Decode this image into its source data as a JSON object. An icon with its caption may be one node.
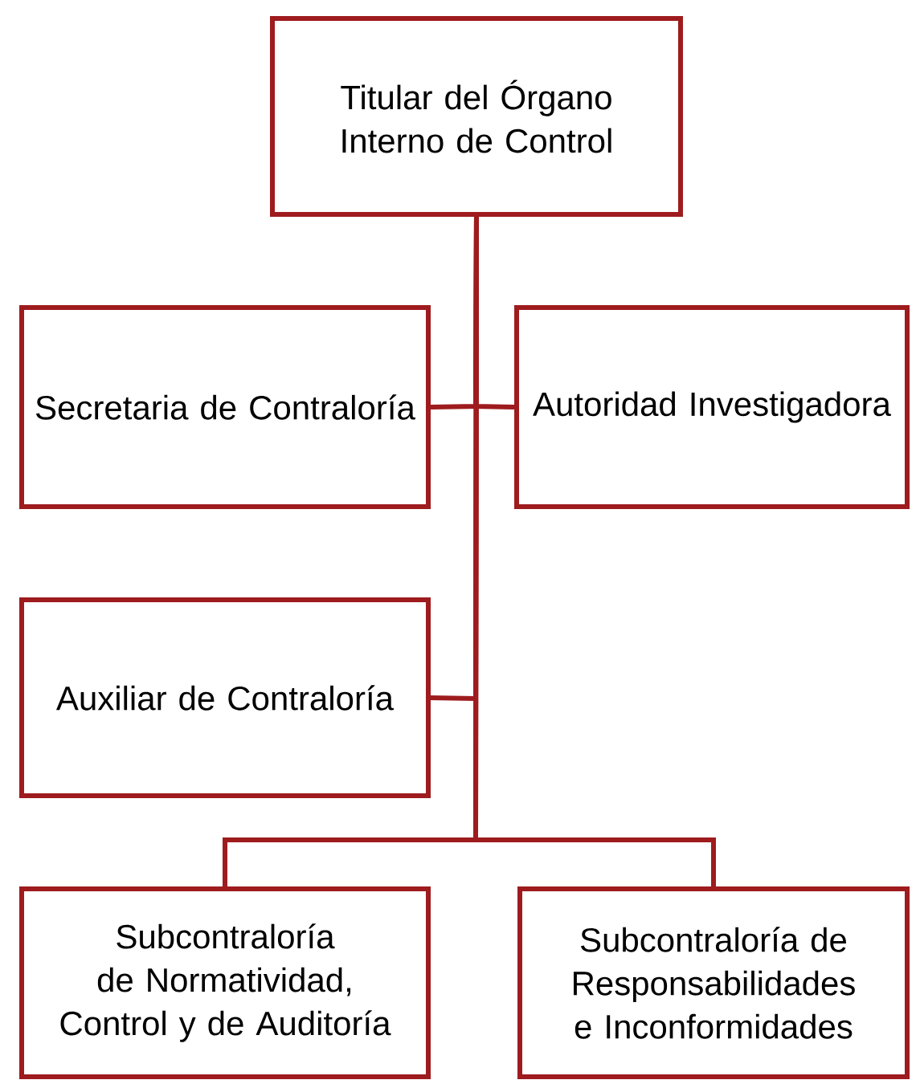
{
  "diagram": {
    "nodes": [
      {
        "text": [
          "Titular del Órgano Interno de Control"
        ]
      },
      {
        "text": [
          "Secretaria de Contraloría"
        ]
      },
      {
        "text": [
          "Autoridad Investigadora"
        ]
      },
      {
        "text": [
          "Auxiliar de Contraloría"
        ]
      },
      {
        "text": [
          "Subcontraloría de Normatividad, Control y de Auditoría"
        ]
      },
      {
        "text": [
          "Subcontraloría de Responsabilidades e Inconformidades"
        ]
      }
    ],
    "edges": [
      {
        "from": 0,
        "to": 1,
        "arrow": "none"
      },
      {
        "from": 0,
        "to": 2,
        "arrow": "none"
      },
      {
        "from": 0,
        "to": 3,
        "arrow": "none"
      },
      {
        "from": 0,
        "to": 4,
        "arrow": "none"
      },
      {
        "from": 0,
        "to": 5,
        "arrow": "none"
      }
    ]
  }
}
